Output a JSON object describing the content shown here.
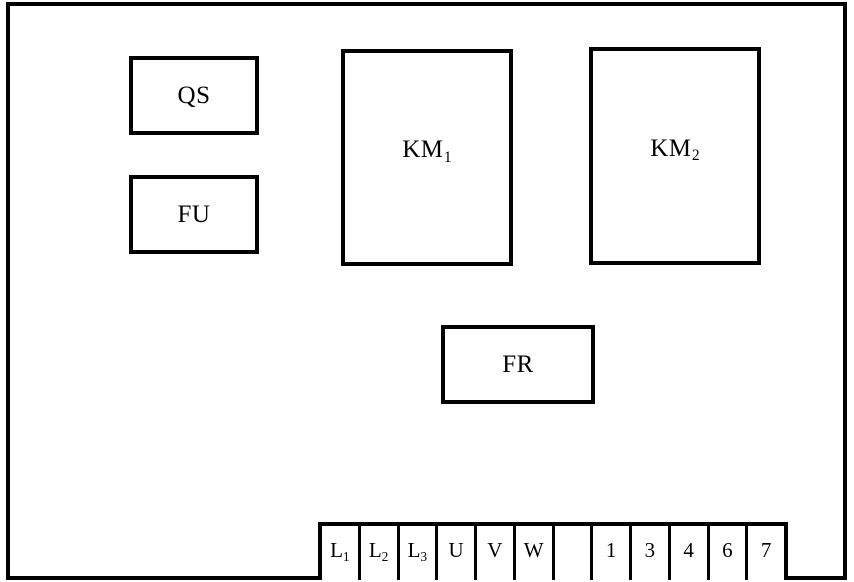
{
  "diagram": {
    "title": "Electrical control panel component layout",
    "background_color": "#ffffff",
    "line_color": "#000000",
    "enclosure_label": "",
    "components": [
      {
        "id": "qs",
        "label": "QS",
        "subscript": ""
      },
      {
        "id": "fu",
        "label": "FU",
        "subscript": ""
      },
      {
        "id": "km1",
        "label": "KM",
        "subscript": "1"
      },
      {
        "id": "km2",
        "label": "KM",
        "subscript": "2"
      },
      {
        "id": "fr",
        "label": "FR",
        "subscript": ""
      }
    ],
    "terminal_strip": {
      "name": "terminal-block",
      "cells": [
        {
          "label": "L",
          "subscript": "1"
        },
        {
          "label": "L",
          "subscript": "2"
        },
        {
          "label": "L",
          "subscript": "3"
        },
        {
          "label": "U",
          "subscript": ""
        },
        {
          "label": "V",
          "subscript": ""
        },
        {
          "label": "W",
          "subscript": ""
        },
        {
          "label": "",
          "subscript": ""
        },
        {
          "label": "1",
          "subscript": ""
        },
        {
          "label": "3",
          "subscript": ""
        },
        {
          "label": "4",
          "subscript": ""
        },
        {
          "label": "6",
          "subscript": ""
        },
        {
          "label": "7",
          "subscript": ""
        }
      ]
    }
  }
}
